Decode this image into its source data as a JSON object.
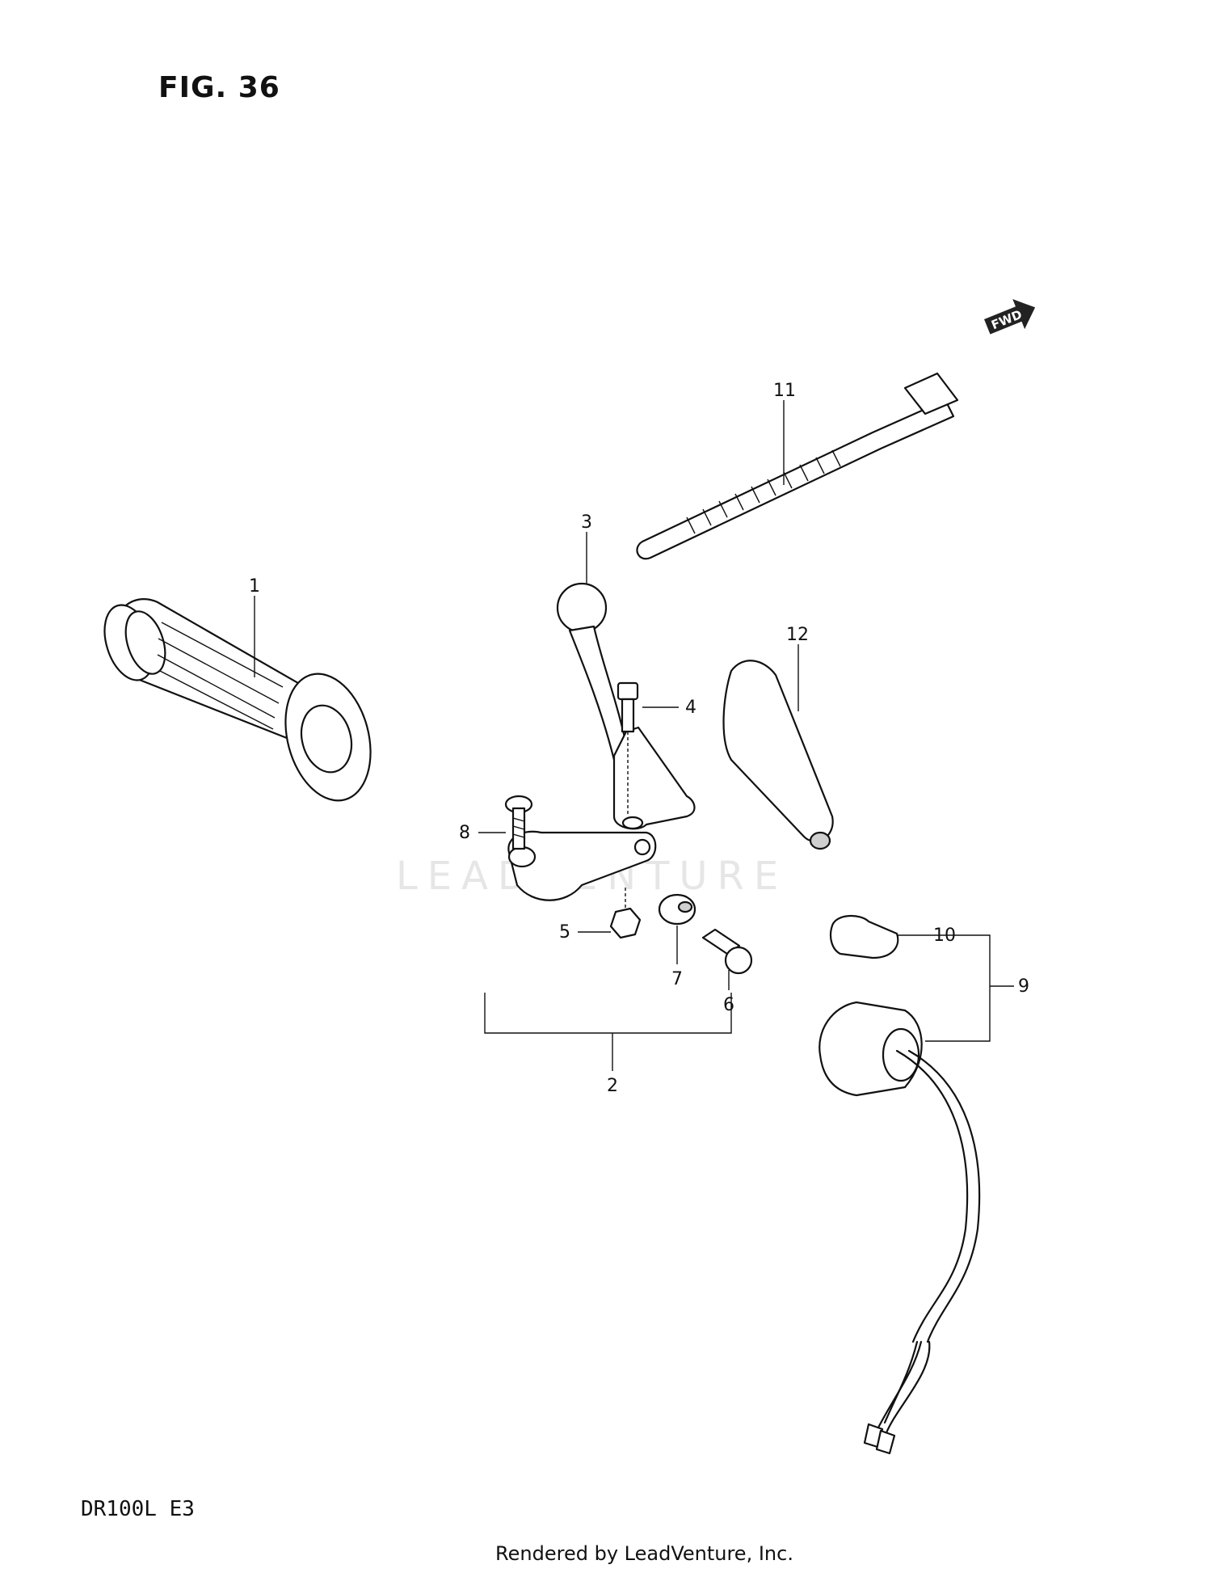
{
  "figure": {
    "title": "FIG. 36",
    "model": "DR100L  E3"
  },
  "footer": {
    "rendered_by": "Rendered by LeadVenture, Inc."
  },
  "watermark": {
    "text": "LEADVENTURE"
  },
  "direction_badge": {
    "text": "FWD"
  },
  "callouts": {
    "c1": "1",
    "c2": "2",
    "c3": "3",
    "c4": "4",
    "c5": "5",
    "c6": "6",
    "c7": "7",
    "c8": "8",
    "c9": "9",
    "c10": "10",
    "c11": "11",
    "c12": "12"
  }
}
